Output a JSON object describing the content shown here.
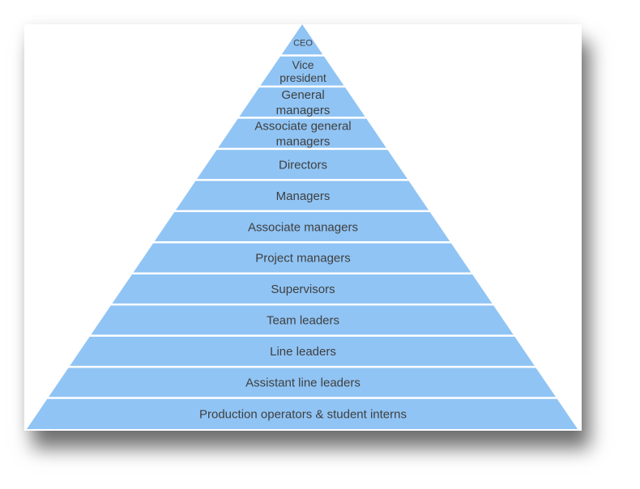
{
  "diagram": {
    "type": "pyramid",
    "fill_color": "#90C4F4",
    "text_color": "#3F3F3F",
    "gap_color": "#FFFFFF",
    "levels": [
      {
        "lines": [
          "CEO"
        ]
      },
      {
        "lines": [
          "Vice",
          "president"
        ]
      },
      {
        "lines": [
          "General",
          "managers"
        ]
      },
      {
        "lines": [
          "Associate general",
          "managers"
        ]
      },
      {
        "lines": [
          "Directors"
        ]
      },
      {
        "lines": [
          "Managers"
        ]
      },
      {
        "lines": [
          "Associate managers"
        ]
      },
      {
        "lines": [
          "Project managers"
        ]
      },
      {
        "lines": [
          "Supervisors"
        ]
      },
      {
        "lines": [
          "Team leaders"
        ]
      },
      {
        "lines": [
          "Line leaders"
        ]
      },
      {
        "lines": [
          "Assistant line leaders"
        ]
      },
      {
        "lines": [
          "Production operators & student interns"
        ]
      }
    ]
  }
}
